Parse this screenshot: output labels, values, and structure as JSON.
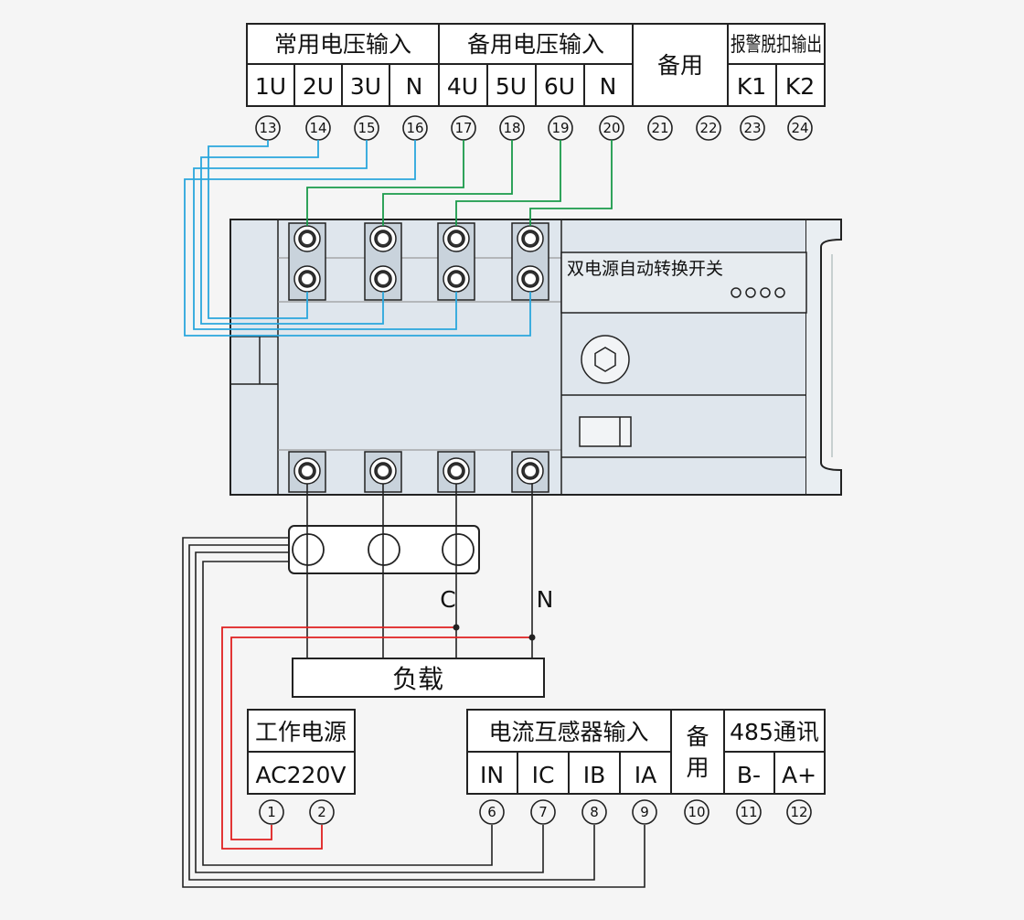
{
  "colors": {
    "background": "#f5f5f5",
    "panel": "#dfe6ed",
    "wire_blue": "#2aa7dd",
    "wire_green": "#1a9a4a",
    "wire_red": "#e02020",
    "wire_black": "#222222"
  },
  "top_block": {
    "groups": [
      {
        "title": "常用电压输入",
        "terminals": [
          "1U",
          "2U",
          "3U",
          "N"
        ],
        "numbers": [
          "13",
          "14",
          "15",
          "16"
        ]
      },
      {
        "title": "备用电压输入",
        "terminals": [
          "4U",
          "5U",
          "6U",
          "N"
        ],
        "numbers": [
          "17",
          "18",
          "19",
          "20"
        ]
      },
      {
        "title": "备用",
        "terminals": [],
        "numbers": [
          "21",
          "22"
        ]
      },
      {
        "title": "报警脱扣输出",
        "terminals": [
          "K1",
          "K2"
        ],
        "numbers": [
          "23",
          "24"
        ]
      }
    ]
  },
  "switch_device": {
    "title": "双电源自动转换开关",
    "indicator_dots": 4,
    "knob_icon": "hexagon-knob-icon",
    "lever_icon": "handle-slot-icon"
  },
  "wiring": {
    "phase_c_label": "C",
    "neutral_label": "N",
    "load_label": "负载"
  },
  "bottom_left": {
    "title": "工作电源",
    "value": "AC220V",
    "numbers": [
      "1",
      "2"
    ]
  },
  "bottom_right": {
    "ct_title": "电流互感器输入",
    "ct_terminals": [
      "IN",
      "IC",
      "IB",
      "IA"
    ],
    "spare_top": "备",
    "spare_bottom": "用",
    "comm_title": "485通讯",
    "comm_terminals": [
      "B-",
      "A+"
    ],
    "numbers": [
      "6",
      "7",
      "8",
      "9",
      "10",
      "11",
      "12"
    ]
  }
}
